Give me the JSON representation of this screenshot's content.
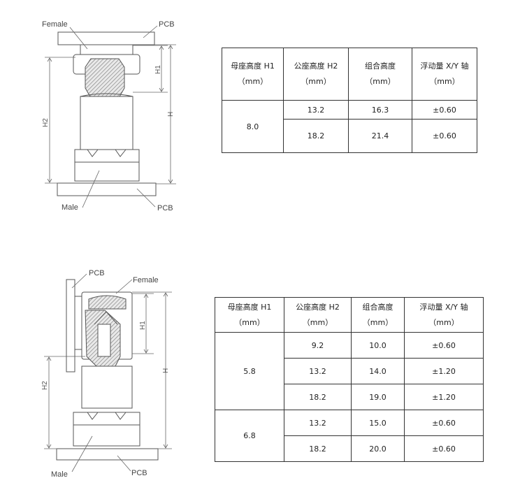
{
  "diagram1": {
    "labels": {
      "female": "Female",
      "pcb_top": "PCB",
      "male": "Male",
      "pcb_bottom": "PCB",
      "h1": "H1",
      "h2": "H2",
      "h": "H"
    }
  },
  "diagram2": {
    "labels": {
      "pcb_top": "PCB",
      "female": "Female",
      "male": "Male",
      "pcb_bottom": "PCB",
      "h1": "H1",
      "h2": "H2",
      "h": "H"
    }
  },
  "table1": {
    "headers": [
      {
        "line1": "母座高度 H1",
        "line2": "（mm）"
      },
      {
        "line1": "公座高度 H2",
        "line2": "（mm）"
      },
      {
        "line1": "组合高度",
        "line2": "（mm）"
      },
      {
        "line1": "浮动量 X/Y 轴",
        "line2": "（mm）"
      }
    ],
    "groups": [
      {
        "h1": "8.0",
        "rows": [
          {
            "h2": "13.2",
            "combined": "16.3",
            "float": "±0.60"
          },
          {
            "h2": "18.2",
            "combined": "21.4",
            "float": "±0.60"
          }
        ]
      }
    ]
  },
  "table2": {
    "headers": [
      {
        "line1": "母座高度 H1",
        "line2": "（mm）"
      },
      {
        "line1": "公座高度 H2",
        "line2": "（mm）"
      },
      {
        "line1": "组合高度",
        "line2": "（mm）"
      },
      {
        "line1": "浮动量 X/Y 轴",
        "line2": "（mm）"
      }
    ],
    "groups": [
      {
        "h1": "5.8",
        "rows": [
          {
            "h2": "9.2",
            "combined": "10.0",
            "float": "±0.60"
          },
          {
            "h2": "13.2",
            "combined": "14.0",
            "float": "±1.20"
          },
          {
            "h2": "18.2",
            "combined": "19.0",
            "float": "±1.20"
          }
        ]
      },
      {
        "h1": "6.8",
        "rows": [
          {
            "h2": "13.2",
            "combined": "15.0",
            "float": "±0.60"
          },
          {
            "h2": "18.2",
            "combined": "20.0",
            "float": "±0.60"
          }
        ]
      }
    ]
  }
}
